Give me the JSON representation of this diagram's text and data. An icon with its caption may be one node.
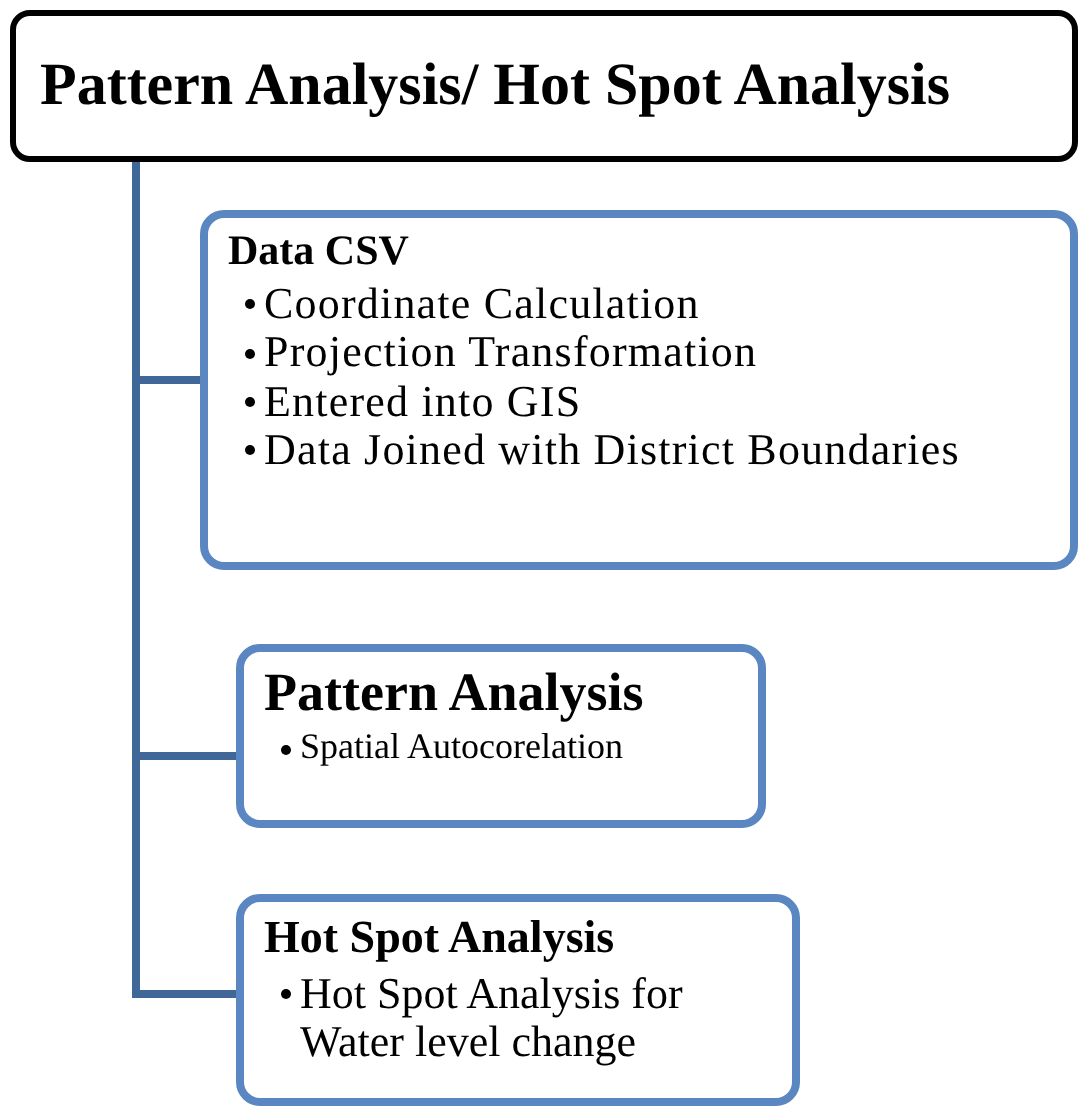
{
  "diagram": {
    "nodes": [
      {
        "text": [
          "Pattern Analysis/ Hot Spot Analysis"
        ]
      },
      {
        "text": [
          "Data CSV",
          "Coordinate Calculation",
          "Projection Transformation",
          "Entered into GIS",
          "Data Joined with District Boundaries"
        ]
      },
      {
        "text": [
          "Pattern Analysis",
          "Spatial Autocorelation"
        ]
      },
      {
        "text": [
          "Hot Spot Analysis",
          "Hot Spot Analysis for Water level change"
        ]
      }
    ],
    "edges": [
      {
        "from": 0,
        "to": 1,
        "arrow": "none"
      },
      {
        "from": 0,
        "to": 2,
        "arrow": "none"
      },
      {
        "from": 0,
        "to": 3,
        "arrow": "none"
      }
    ]
  }
}
